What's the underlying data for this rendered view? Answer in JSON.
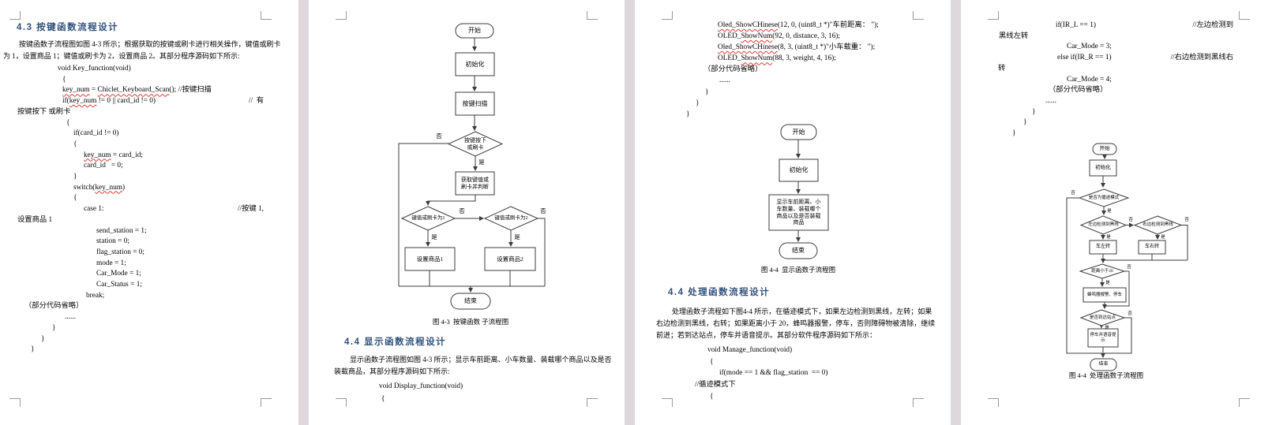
{
  "labels": {
    "yes": "是",
    "no": "否"
  },
  "colors": {
    "page_background": "#ffffff",
    "workspace_gap": "#ded8dc",
    "heading": "#31517b",
    "spellcheck_squiggle": "#e53935",
    "flowchart_stroke": "#3c3c3c"
  },
  "pages": {
    "p1": {
      "heading": "4.3 按键函数流程设计",
      "para": [
        "按键函数子流程图如图 4-3 所示；根据获取的按键或刷卡进行相关操作，键值或刷卡",
        "为 1，设置商品 1；键值或刷卡为 2，设置商品 2。其部分程序源码如下所示:"
      ],
      "code": [
        {
          "seg": [
            {
              "t": "void Key_function(void)"
            }
          ]
        },
        {
          "seg": [
            {
              "t": "{"
            }
          ]
        },
        {
          "seg": [
            {
              "t": "key_num",
              "u": 1
            },
            {
              "t": " = "
            },
            {
              "t": "Chiclet_Keyboard_Scan",
              "u": 1
            },
            {
              "t": "(); //按键扫描"
            }
          ]
        },
        {
          "seg": [
            {
              "t": "if("
            },
            {
              "t": "key_num",
              "u": 1
            },
            {
              "t": " != 0 || card_id != 0)"
            },
            {
              "t": "//  有",
              "r": 1
            }
          ]
        },
        {
          "seg": [
            {
              "t": "按键按下 或刷卡"
            }
          ]
        },
        {
          "seg": [
            {
              "t": "{"
            }
          ]
        },
        {
          "seg": [
            {
              "t": "if(card_id != 0)"
            }
          ]
        },
        {
          "seg": [
            {
              "t": "{"
            }
          ]
        },
        {
          "seg": [
            {
              "t": "key_num",
              "u": 1
            },
            {
              "t": " = card_id;"
            }
          ]
        },
        {
          "seg": [
            {
              "t": "card_id   = 0;"
            }
          ]
        },
        {
          "seg": [
            {
              "t": "}"
            }
          ]
        },
        {
          "seg": [
            {
              "t": "switch("
            },
            {
              "t": "key_num",
              "u": 1
            },
            {
              "t": ")"
            }
          ]
        },
        {
          "seg": [
            {
              "t": "{"
            }
          ]
        },
        {
          "seg": [
            {
              "t": "case 1:"
            },
            {
              "t": "//按键 1,",
              "r": 1
            }
          ]
        },
        {
          "seg": [
            {
              "t": "设置商品 1"
            }
          ]
        },
        {
          "seg": [
            {
              "t": "send_station = 1;"
            }
          ]
        },
        {
          "seg": [
            {
              "t": "station = 0;"
            }
          ]
        },
        {
          "seg": [
            {
              "t": "flag_station = 0;"
            }
          ]
        },
        {
          "seg": [
            {
              "t": "mode = 1;"
            }
          ]
        },
        {
          "seg": [
            {
              "t": "Car_Mode = 1;"
            }
          ]
        },
        {
          "seg": [
            {
              "t": "Car_Status = 1;"
            }
          ]
        },
        {
          "seg": [
            {
              "t": "break;"
            }
          ]
        },
        {
          "seg": [
            {
              "t": "（部分代码省略）"
            }
          ]
        },
        {
          "seg": [
            {
              "t": "......"
            }
          ]
        },
        {
          "seg": [
            {
              "t": "}"
            }
          ]
        },
        {
          "seg": [
            {
              "t": "}"
            }
          ]
        },
        {
          "seg": [
            {
              "t": "}"
            }
          ]
        }
      ]
    },
    "p2": {
      "fc": {
        "start": "开始",
        "init": "初始化",
        "scan": "按键扫描",
        "d1": "按键按下\n或刷卡",
        "get": "获取键值或\n刷卡并判断",
        "d2": "键值或刷卡为1",
        "d3": "键值或刷卡为2",
        "set1": "设置商品1",
        "set2": "设置商品2",
        "end": "结束"
      },
      "caption": "图 4-3  按键函数 子流程图",
      "heading": "4.4 显示函数流程设计",
      "para": [
        "显示函数子流程图如图 4-3 所示；显示车前距离、小车数量、装载哪个商品以及是否",
        "装载商品，其部分程序源码如下所示:"
      ],
      "code": [
        {
          "seg": [
            {
              "t": "void Display_function(void)"
            }
          ]
        },
        {
          "seg": [
            {
              "t": "{"
            }
          ]
        }
      ]
    },
    "p3": {
      "code_top": [
        {
          "seg": [
            {
              "t": "Oled_ShowCHinese",
              "u": 1
            },
            {
              "t": "(12, 0, (uint8_t *)\"车前距离： \");"
            }
          ]
        },
        {
          "seg": [
            {
              "t": "OLED_"
            },
            {
              "t": "ShowNum",
              "u": 1
            },
            {
              "t": "(92, 0, distance, 3, 16);"
            }
          ]
        },
        {
          "seg": [
            {
              "t": "Oled_ShowCHinese",
              "u": 1
            },
            {
              "t": "(8, 3, (uint8_t *)\"小车载重： \");"
            }
          ]
        },
        {
          "seg": [
            {
              "t": "OLED_"
            },
            {
              "t": "ShowNum",
              "u": 1
            },
            {
              "t": "(88, 3, weight, 4, 16);"
            }
          ]
        },
        {
          "seg": [
            {
              "t": "（部分代码省略）"
            }
          ]
        },
        {
          "seg": [
            {
              "t": "......"
            }
          ]
        },
        {
          "seg": [
            {
              "t": "}"
            }
          ]
        },
        {
          "seg": [
            {
              "t": "}"
            }
          ]
        },
        {
          "seg": [
            {
              "t": "}"
            }
          ]
        }
      ],
      "fc": {
        "start": "开始",
        "init": "初始化",
        "disp": "显示车前距离、小\n车数量、装载哪个\n商品以及是否装载\n商品",
        "end": "结束"
      },
      "caption": "图 4-4  显示函数子流程图",
      "heading": "4.4 处理函数流程设计",
      "para": [
        "处理函数子流程如下图4-4 所示，在循迹模式下，如果左边检测到黑线，左转；如果",
        "右边检测到黑线，右转；如果距离小于 20，蜂鸣器报警，停车，否则障碍物被清除，继续",
        "前进；若到达站点，停车并语音提示。其部分软件程序源码如下所示："
      ],
      "code_bottom": [
        {
          "seg": [
            {
              "t": "void Manage_function(void)"
            }
          ]
        },
        {
          "seg": [
            {
              "t": "{"
            }
          ]
        },
        {
          "seg": [
            {
              "t": "if(mode == 1 && flag_station  == 0)"
            }
          ]
        },
        {
          "seg": [
            {
              "t": "//循迹模式下"
            }
          ]
        },
        {
          "seg": [
            {
              "t": "{"
            }
          ]
        }
      ]
    },
    "p4": {
      "code": [
        {
          "seg": [
            {
              "t": "if(IR_L == 1)"
            },
            {
              "t": "//左边检测到",
              "r": 1
            }
          ]
        },
        {
          "seg": [
            {
              "t": "黑线左转"
            }
          ]
        },
        {
          "seg": [
            {
              "t": "Car_Mode = 3;"
            }
          ]
        },
        {
          "seg": [
            {
              "t": "else if(IR_R == 1)"
            },
            {
              "t": "//右边检测到黑线右",
              "r": 1
            }
          ]
        },
        {
          "seg": [
            {
              "t": "转"
            }
          ]
        },
        {
          "seg": [
            {
              "t": "Car_Mode = 4;"
            }
          ]
        },
        {
          "seg": [
            {
              "t": "（部分代码省略）"
            }
          ]
        },
        {
          "seg": [
            {
              "t": "......"
            }
          ]
        },
        {
          "seg": [
            {
              "t": "}"
            }
          ]
        },
        {
          "seg": [
            {
              "t": "}"
            }
          ]
        },
        {
          "seg": [
            {
              "t": "}"
            }
          ]
        }
      ],
      "fc": {
        "start": "开始",
        "init": "初始化",
        "d1": "是否为循迹模式",
        "d2": "左边检测到黑线",
        "d3": "右边检测到黑线",
        "left": "车左转",
        "right": "车右转",
        "d4": "距离小于20",
        "buzz": "蜂鸣器报警、停车",
        "d5": "是否到达站点",
        "stop": "停车并语音提\n示",
        "end": "结束"
      },
      "caption": "图 4-4  处理函数子流程图"
    }
  }
}
